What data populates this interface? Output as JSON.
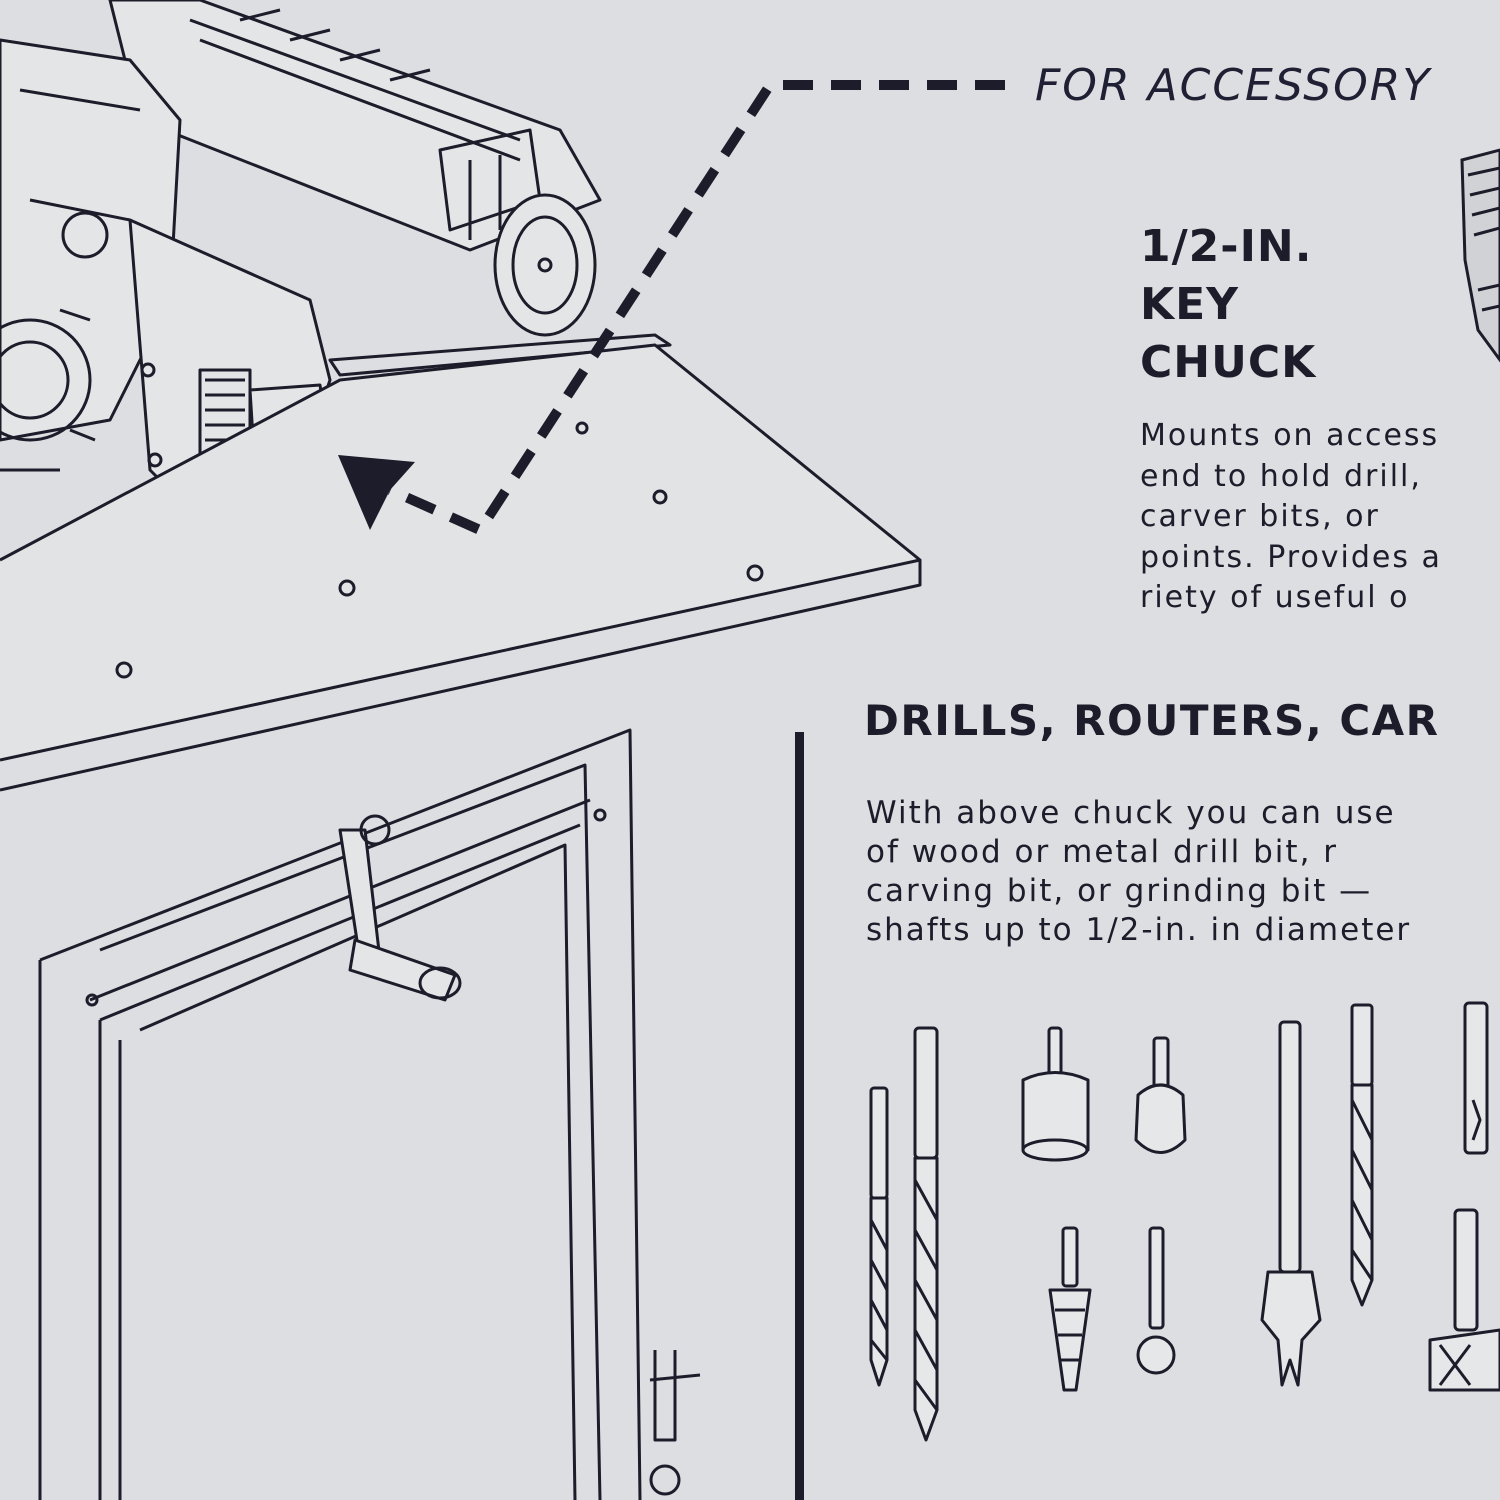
{
  "callout": {
    "text": "FOR ACCESSORY"
  },
  "chuck": {
    "title_lines": [
      "1/2-IN.",
      "KEY",
      "CHUCK"
    ],
    "description_lines": [
      "Mounts on access",
      "end to hold drill,",
      "carver  bits,  or",
      "points. Provides a",
      "riety  of useful o"
    ]
  },
  "section": {
    "title": "DRILLS, ROUTERS, CAR",
    "body_lines": [
      "With above chuck you can use",
      "of  wood  or  metal  drill  bit,  r",
      "carving bit, or grinding bit —",
      "shafts up to 1/2-in. in diameter"
    ]
  },
  "colors": {
    "paper": "#dcdee1",
    "ink": "#1c1c2a"
  }
}
